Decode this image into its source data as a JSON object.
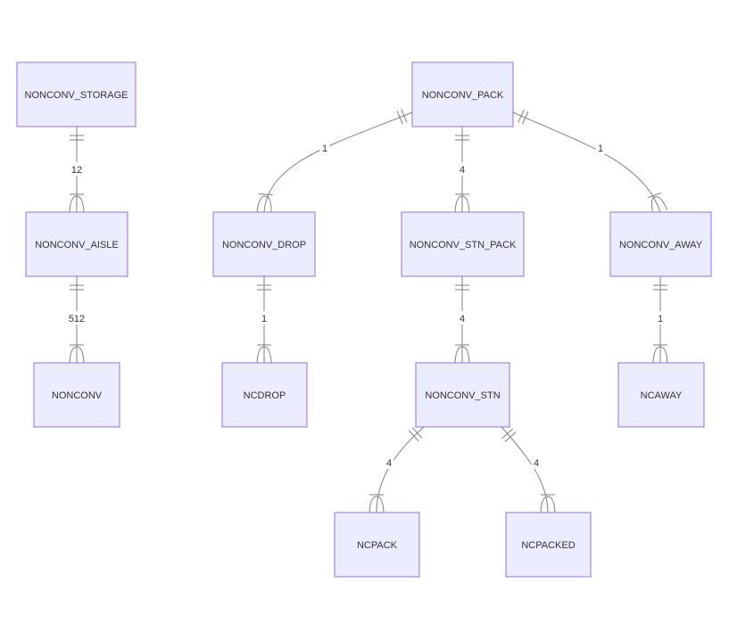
{
  "diagram": {
    "type": "entity-relationship",
    "entities": [
      {
        "id": "storage",
        "name": "NONCONV_STORAGE"
      },
      {
        "id": "aisle",
        "name": "NONCONV_AISLE"
      },
      {
        "id": "nonconv",
        "name": "NONCONV"
      },
      {
        "id": "pack",
        "name": "NONCONV_PACK"
      },
      {
        "id": "drop",
        "name": "NONCONV_DROP"
      },
      {
        "id": "stnpack",
        "name": "NONCONV_STN_PACK"
      },
      {
        "id": "away",
        "name": "NONCONV_AWAY"
      },
      {
        "id": "ncdrop",
        "name": "NCDROP"
      },
      {
        "id": "stn",
        "name": "NONCONV_STN"
      },
      {
        "id": "ncaway",
        "name": "NCAWAY"
      },
      {
        "id": "ncpack",
        "name": "NCPACK"
      },
      {
        "id": "ncpacked",
        "name": "NCPACKED"
      }
    ],
    "relationships": [
      {
        "from": "storage",
        "to": "aisle",
        "label": "12",
        "from_cardinality": "exactly-one",
        "to_cardinality": "one-or-more"
      },
      {
        "from": "aisle",
        "to": "nonconv",
        "label": "512",
        "from_cardinality": "exactly-one",
        "to_cardinality": "one-or-more"
      },
      {
        "from": "pack",
        "to": "drop",
        "label": "1",
        "from_cardinality": "exactly-one",
        "to_cardinality": "one-or-more"
      },
      {
        "from": "pack",
        "to": "stnpack",
        "label": "4",
        "from_cardinality": "exactly-one",
        "to_cardinality": "one-or-more"
      },
      {
        "from": "pack",
        "to": "away",
        "label": "1",
        "from_cardinality": "exactly-one",
        "to_cardinality": "one-or-more"
      },
      {
        "from": "drop",
        "to": "ncdrop",
        "label": "1",
        "from_cardinality": "exactly-one",
        "to_cardinality": "one-or-more"
      },
      {
        "from": "stnpack",
        "to": "stn",
        "label": "4",
        "from_cardinality": "exactly-one",
        "to_cardinality": "one-or-more"
      },
      {
        "from": "away",
        "to": "ncaway",
        "label": "1",
        "from_cardinality": "exactly-one",
        "to_cardinality": "one-or-more"
      },
      {
        "from": "stn",
        "to": "ncpack",
        "label": "4",
        "from_cardinality": "exactly-one",
        "to_cardinality": "one-or-more"
      },
      {
        "from": "stn",
        "to": "ncpacked",
        "label": "4",
        "from_cardinality": "exactly-one",
        "to_cardinality": "one-or-more"
      }
    ],
    "colors": {
      "entity_fill": "#ECECFF",
      "entity_border": "#9370DB",
      "line": "#7f7f7f",
      "text": "#333333"
    }
  }
}
